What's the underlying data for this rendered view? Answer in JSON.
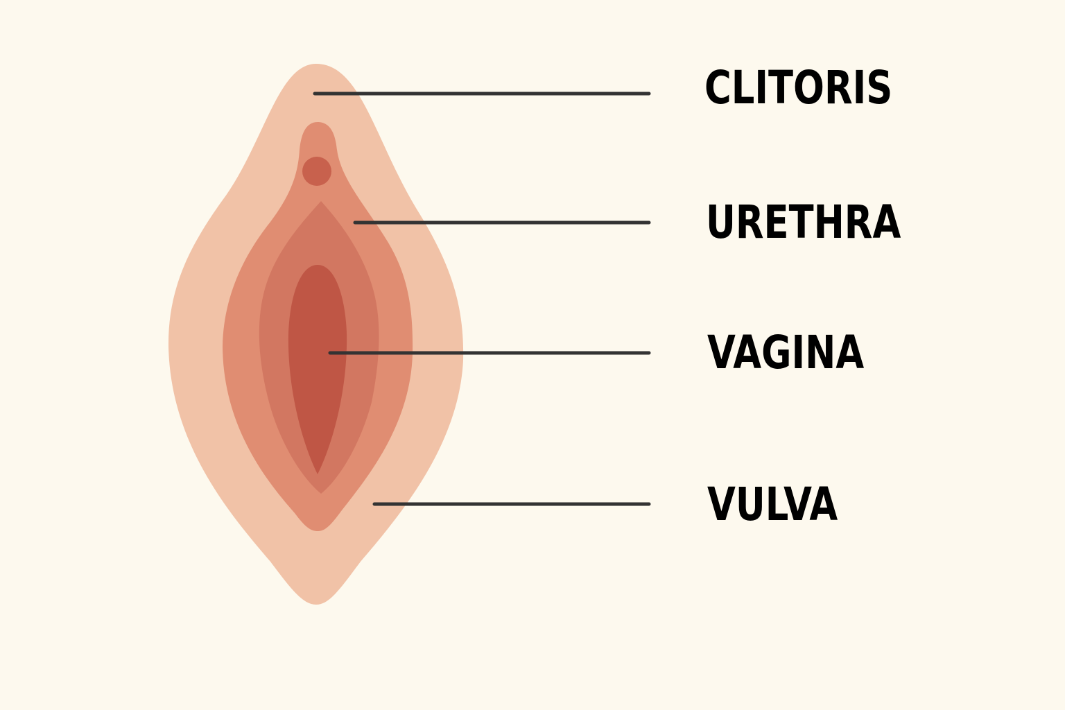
{
  "labels": {
    "clitoris": "CLITORIS",
    "urethra": "URETHRA",
    "vagina": "VAGINA",
    "vulva": "VULVA"
  },
  "colors": {
    "background": "#fdf9ee",
    "outer_layer": "#f1c2a7",
    "middle_layer": "#e08d72",
    "inner_layer": "#d27761",
    "core": "#bf5645",
    "clitoris_dot": "#c8614d",
    "leader_line": "#333333",
    "label_text": "#000000"
  }
}
